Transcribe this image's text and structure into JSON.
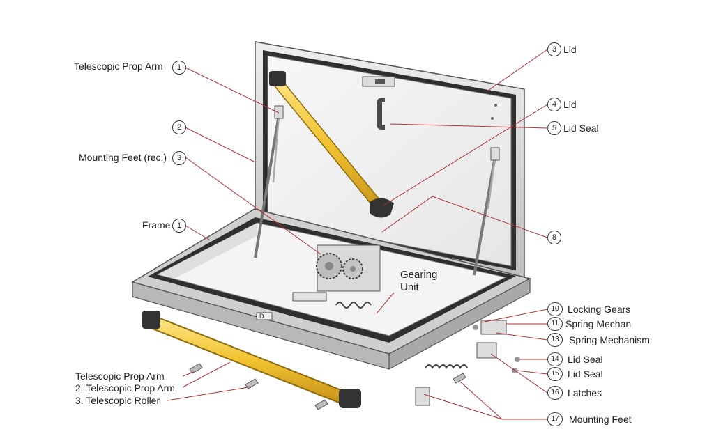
{
  "callouts_left": [
    {
      "text": "Telescopic Prop Arm",
      "num": "1"
    },
    {
      "text": "",
      "num": "2"
    },
    {
      "text": "Mounting Feet (rec.)",
      "num": "3"
    },
    {
      "text": "Frame",
      "num": "1"
    }
  ],
  "callouts_right": [
    {
      "num": "3",
      "text": "Lid"
    },
    {
      "num": "4",
      "text": "Lid"
    },
    {
      "num": "5",
      "text": "Lid Seal"
    },
    {
      "num": "8",
      "text": ""
    },
    {
      "num": "10",
      "text": "Locking Gears"
    },
    {
      "num": "11",
      "text": "Spring Mechan"
    },
    {
      "num": "13",
      "text": "Spring Mechanism"
    },
    {
      "num": "14",
      "text": "Lid Seal"
    },
    {
      "num": "15",
      "text": "Lid Seal"
    },
    {
      "num": "16",
      "text": "Latches"
    },
    {
      "num": "17",
      "text": "Mounting Feet"
    }
  ],
  "gearing_label": {
    "line1": "Gearing",
    "line2": "Unit"
  },
  "bottom_list": [
    "Telescopic Prop Arm",
    "2.  Telescopic Prop Arm",
    "3.  Telescopic Roller"
  ],
  "frame_plate_text": "D",
  "colors": {
    "leader": "#b03030",
    "arm": "#f2c230",
    "arm_dark": "#c9951a",
    "frame": "#d9d9d9",
    "seal": "#3a3a3a"
  }
}
